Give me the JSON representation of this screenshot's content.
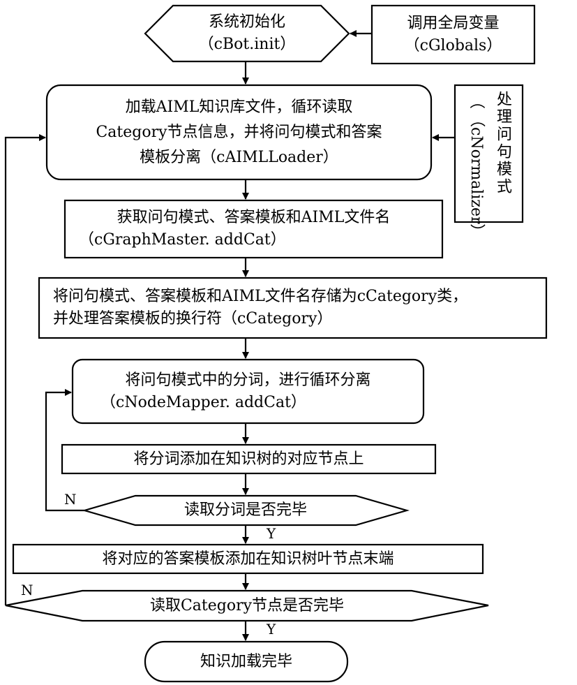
{
  "nodes": {
    "init": {
      "line1": "系统初始化",
      "line2": "（cBot.init）"
    },
    "globals": {
      "line1": "调用全局变量",
      "line2": "（cGlobals）"
    },
    "loader": {
      "line1": "加载AIML知识库文件，循环读取",
      "line2": "Category节点信息，并将问句模式和答案",
      "line3": "模板分离（cAIMLLoader）"
    },
    "normalizer": {
      "text": "处理问句模式",
      "class_name": "（cNormalizer）"
    },
    "graphmaster": {
      "line1": "获取问句模式、答案模板和AIML文件名",
      "line2": "（cGraphMaster. addCat）"
    },
    "category": {
      "line1": "将问句模式、答案模板和AIML文件名存储为cCategory类，",
      "line2": "并处理答案模板的换行符（cCategory）"
    },
    "nodemapper": {
      "line1": "将问句模式中的分词，进行循环分离",
      "line2": "（cNodeMapper. addCat）"
    },
    "add_word": {
      "text": "将分词添加在知识树的对应节点上"
    },
    "word_done": {
      "text": "读取分词是否完毕"
    },
    "add_leaf": {
      "text": "将对应的答案模板添加在知识树叶节点末端"
    },
    "category_done": {
      "text": "读取Category节点是否完毕"
    },
    "finish": {
      "text": "知识加载完毕"
    }
  },
  "edge_labels": {
    "word_no": "N",
    "word_yes": "Y",
    "category_no": "N",
    "category_yes": "Y"
  }
}
